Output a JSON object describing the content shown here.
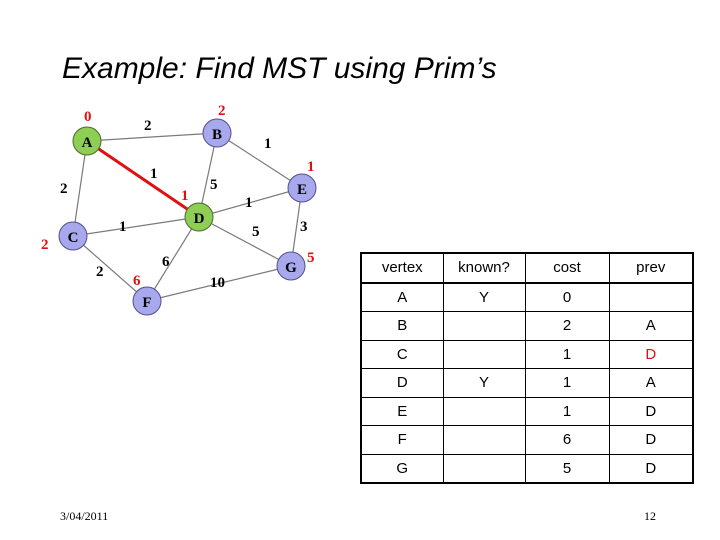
{
  "title": "Example: Find MST using Prim’s",
  "graph": {
    "nodes": [
      {
        "id": "A",
        "label": "A",
        "cost": "0",
        "color": "#8fce55"
      },
      {
        "id": "B",
        "label": "B",
        "cost": "2",
        "color": "#a8a8ec"
      },
      {
        "id": "C",
        "label": "C",
        "cost": "2",
        "color": "#a8a8ec"
      },
      {
        "id": "D",
        "label": "D",
        "cost": "1",
        "color": "#8fce55"
      },
      {
        "id": "E",
        "label": "E",
        "cost": "1",
        "color": "#a8a8ec"
      },
      {
        "id": "F",
        "label": "F",
        "cost": "6",
        "color": "#a8a8ec"
      },
      {
        "id": "G",
        "label": "G",
        "cost": "5",
        "color": "#a8a8ec"
      }
    ],
    "edges": [
      {
        "from": "A",
        "to": "B",
        "weight": "2",
        "highlighted": false
      },
      {
        "from": "A",
        "to": "D",
        "weight": "1",
        "highlighted": true
      },
      {
        "from": "A",
        "to": "C",
        "weight": "2",
        "highlighted": false
      },
      {
        "from": "B",
        "to": "E",
        "weight": "1",
        "highlighted": false
      },
      {
        "from": "B",
        "to": "D",
        "weight": "5",
        "highlighted": false
      },
      {
        "from": "C",
        "to": "D",
        "weight": "1",
        "highlighted": false
      },
      {
        "from": "D",
        "to": "E",
        "weight": "1",
        "highlighted": false
      },
      {
        "from": "D",
        "to": "G",
        "weight": "5",
        "highlighted": false
      },
      {
        "from": "E",
        "to": "G",
        "weight": "3",
        "highlighted": false
      },
      {
        "from": "C",
        "to": "F",
        "weight": "2",
        "highlighted": false
      },
      {
        "from": "D",
        "to": "F",
        "weight": "6",
        "highlighted": false
      },
      {
        "from": "F",
        "to": "G",
        "weight": "10",
        "highlighted": false
      }
    ],
    "highlight_color": "#e11010"
  },
  "table": {
    "headers": [
      "vertex",
      "known?",
      "cost",
      "prev"
    ],
    "rows": [
      {
        "vertex": "A",
        "known": "Y",
        "cost": "0",
        "prev": ""
      },
      {
        "vertex": "B",
        "known": "",
        "cost": "2",
        "prev": "A"
      },
      {
        "vertex": "C",
        "known": "",
        "cost": "1",
        "prev": "D",
        "prev_highlight": true
      },
      {
        "vertex": "D",
        "known": "Y",
        "cost": "1",
        "prev": "A"
      },
      {
        "vertex": "E",
        "known": "",
        "cost": "1",
        "prev": "D"
      },
      {
        "vertex": "F",
        "known": "",
        "cost": "6",
        "prev": "D"
      },
      {
        "vertex": "G",
        "known": "",
        "cost": "5",
        "prev": "D"
      }
    ]
  },
  "footer": {
    "date": "3/04/2011",
    "page": "12"
  }
}
